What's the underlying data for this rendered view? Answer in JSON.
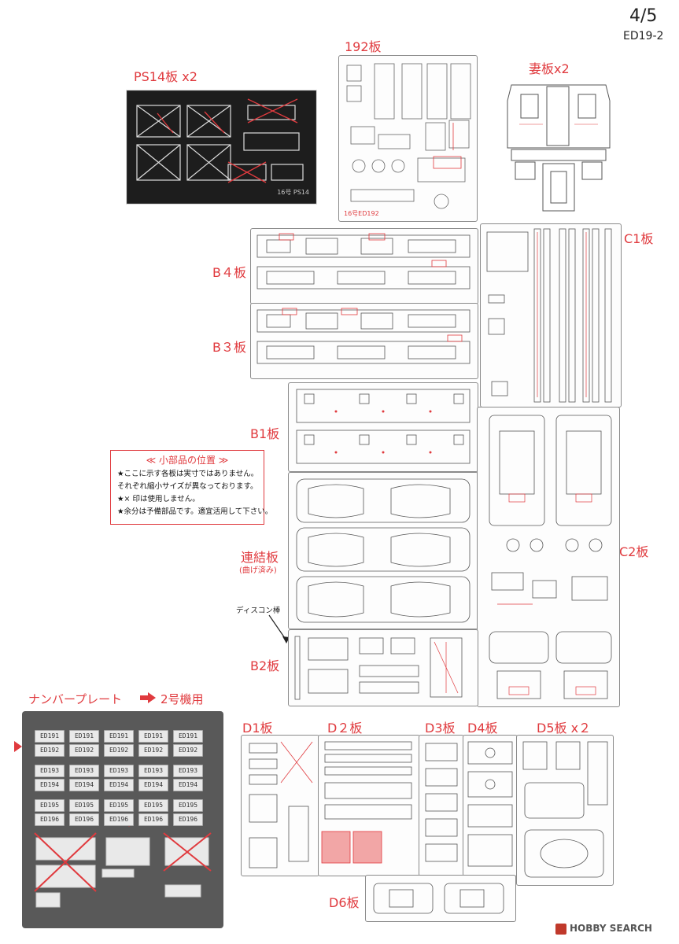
{
  "header": {
    "page": "4/5",
    "code": "ED19-2"
  },
  "labels": {
    "ps14": "PS14板 x2",
    "s192": "192板",
    "tsuma": "妻板x2",
    "b4": "B４板",
    "b3": "B３板",
    "c1": "C1板",
    "b1": "B1板",
    "renketsu": "連結板",
    "renketsu_sub": "(曲げ済み)",
    "c2": "C2板",
    "b2": "B2板",
    "d1": "D1板",
    "d2": "D２板",
    "d3": "D3板",
    "d4": "D4板",
    "d5": "D5板 x２",
    "d6": "D6板"
  },
  "callout": {
    "disc": "ディスコン棒"
  },
  "number_plate": {
    "title": "ナンバープレート",
    "arrow_note": "2号機用"
  },
  "plate_rows": [
    [
      "ED191",
      "ED191",
      "ED191",
      "ED191",
      "ED191"
    ],
    [
      "ED192",
      "ED192",
      "ED192",
      "ED192",
      "ED192"
    ],
    [
      "ED193",
      "ED193",
      "ED193",
      "ED193",
      "ED193"
    ],
    [
      "ED194",
      "ED194",
      "ED194",
      "ED194",
      "ED194"
    ],
    [
      "ED195",
      "ED195",
      "ED195",
      "ED195",
      "ED195"
    ],
    [
      "ED196",
      "ED196",
      "ED196",
      "ED196",
      "ED196"
    ]
  ],
  "note": {
    "title": "≪ 小部品の位置 ≫",
    "lines": [
      "★ここに示す各板は実寸ではありません。",
      "それぞれ縮小サイズが異なっております。",
      "★× 印は使用しません。",
      "★余分は予備部品です。適宜活用して下さい。"
    ]
  },
  "sheet_marks": {
    "ps14": "16号 PS14",
    "s192": "16号ED192"
  },
  "watermark": "HOBBY SEARCH"
}
